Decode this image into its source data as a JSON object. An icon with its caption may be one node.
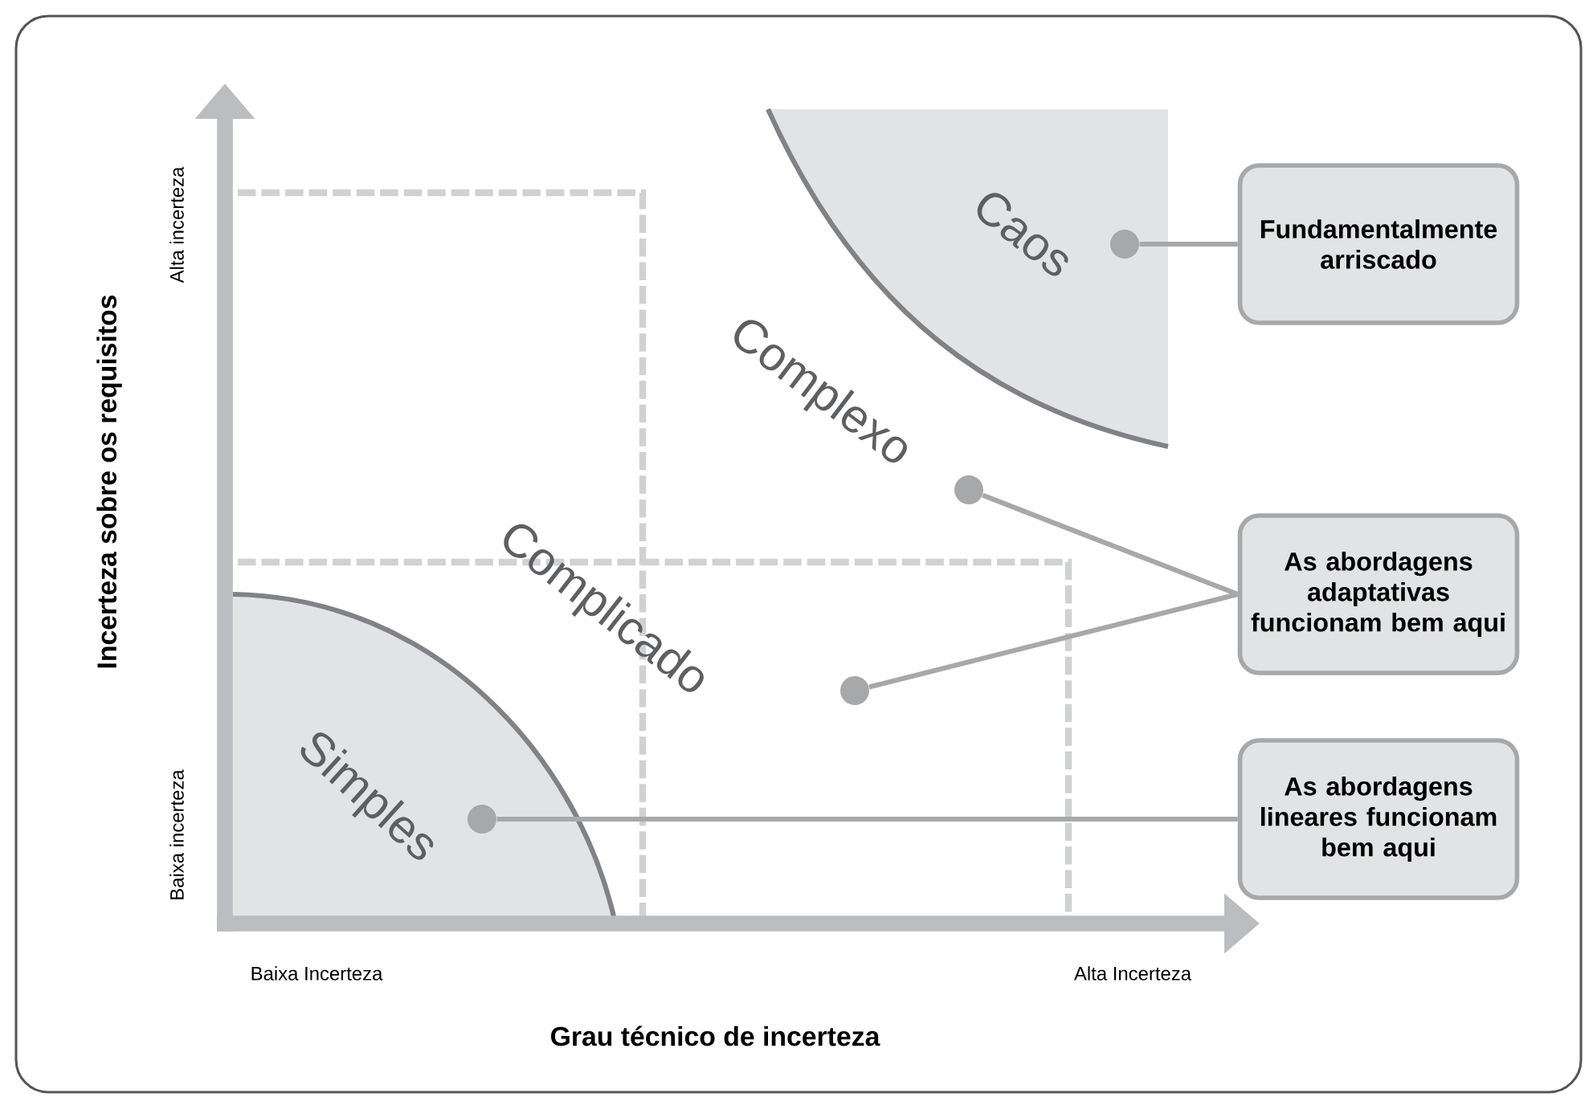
{
  "diagram": {
    "nodes": [
      {
        "text": [
          "Fundamentalmente arriscado"
        ]
      },
      {
        "text": [
          "As abordagens adaptativas funcionam bem aqui"
        ]
      },
      {
        "text": [
          "As abordagens lineares funcionam bem aqui"
        ]
      },
      {
        "text": [],
        "shape": "circle",
        "beside": [
          "Caos"
        ]
      },
      {
        "text": [],
        "shape": "circle",
        "beside": [
          "Complexo"
        ]
      },
      {
        "text": [],
        "shape": "circle",
        "beside": [
          "Complicado"
        ]
      },
      {
        "text": [],
        "shape": "circle",
        "beside": [
          "Simples"
        ]
      }
    ],
    "edges": [
      {
        "from": 3,
        "to": 0,
        "arrow": "none"
      },
      {
        "from": 4,
        "to": 1,
        "arrow": "none"
      },
      {
        "from": 5,
        "to": 1,
        "arrow": "none"
      },
      {
        "from": 6,
        "to": 2,
        "arrow": "none"
      }
    ],
    "labels": [
      "Alta incerteza",
      "Incerteza sobre os requisitos",
      "Baixa incerteza",
      "Baixa Incerteza",
      "Alta Incerteza",
      "Grau técnico de incerteza"
    ]
  }
}
